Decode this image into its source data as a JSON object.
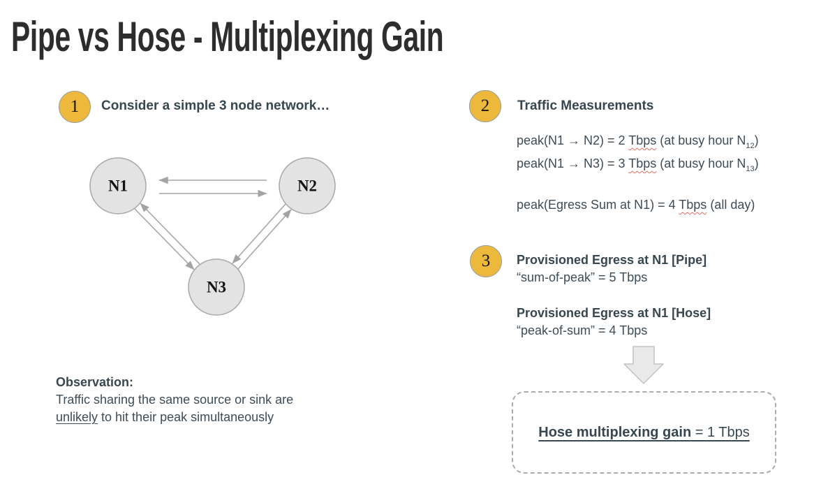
{
  "title": "Pipe vs Hose - Multiplexing Gain",
  "colors": {
    "accent_gold": "#EDB93D",
    "heading_text": "#37474F",
    "body_text": "#3E4C56",
    "node_fill": "#E3E3E3",
    "arrow_gray": "#A3A3A3",
    "squiggle_red": "#E06A5E"
  },
  "step1": {
    "number": "1",
    "heading": "Consider a simple 3 node network…"
  },
  "network": {
    "node1": "N1",
    "node2": "N2",
    "node3": "N3"
  },
  "observation": {
    "heading": "Observation:",
    "line1": "Traffic sharing the same source or sink are",
    "underlined": "unlikely",
    "line2_rest": " to hit their peak simultaneously"
  },
  "step2": {
    "number": "2",
    "heading": "Traffic Measurements",
    "line1": {
      "pre": "peak(N1 → N2) = 2 ",
      "unit": "Tbps",
      "mid": " (at busy hour N",
      "sub": "12",
      "end": ")"
    },
    "line2": {
      "pre": "peak(N1 → N3) = 3 ",
      "unit": "Tbps",
      "mid": " (at busy hour N",
      "sub": "13",
      "end": ")"
    },
    "line3": {
      "pre": "peak(Egress Sum at N1) = 4 ",
      "unit": "Tbps",
      "mid": " (all day)"
    }
  },
  "step3": {
    "number": "3",
    "pipe_heading": "Provisioned Egress at N1 [Pipe]",
    "pipe_value": "“sum-of-peak” = 5 Tbps",
    "hose_heading": "Provisioned Egress at N1 [Hose]",
    "hose_value": "“peak-of-sum” = 4 Tbps"
  },
  "result": {
    "bold": "Hose multiplexing gain",
    "rest": " = 1 Tbps"
  }
}
